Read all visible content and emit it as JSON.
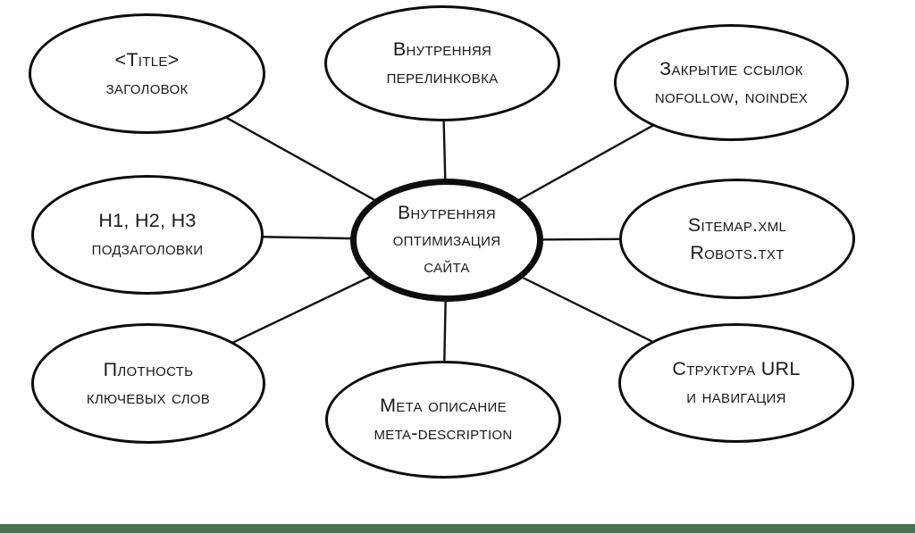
{
  "colors": {
    "background": "#FFFFFF",
    "bottom_strip": "#4A724F",
    "node_fill": "#FFFFFF",
    "stroke": "#000000",
    "text": "#1A1A1A"
  },
  "diagram": {
    "type": "radial-spider-diagram",
    "topic": "SEO internal site optimization",
    "center": {
      "lines": [
        "Внутренняя",
        "оптимизация",
        "сайта"
      ]
    },
    "nodes": [
      {
        "id": "title-tag",
        "lines": [
          "<Title>",
          "заголовок"
        ]
      },
      {
        "id": "internal-linking",
        "lines": [
          "Внутренняя",
          "перелинковка"
        ]
      },
      {
        "id": "nofollow-noindex",
        "lines": [
          "Закрытие ссылок",
          "nofollow, noindex"
        ]
      },
      {
        "id": "h1-h2-h3",
        "lines": [
          "H1, H2, H3",
          "подзаголовки"
        ]
      },
      {
        "id": "sitemap-robots",
        "lines": [
          "Sitemap.xml",
          "Robots.txt"
        ]
      },
      {
        "id": "keyword-density",
        "lines": [
          "Плотность",
          "ключевых слов"
        ]
      },
      {
        "id": "meta-description",
        "lines": [
          "Мета описание",
          "meta-description"
        ]
      },
      {
        "id": "url-structure",
        "lines": [
          "Структура URL",
          "и навигация"
        ]
      }
    ]
  }
}
